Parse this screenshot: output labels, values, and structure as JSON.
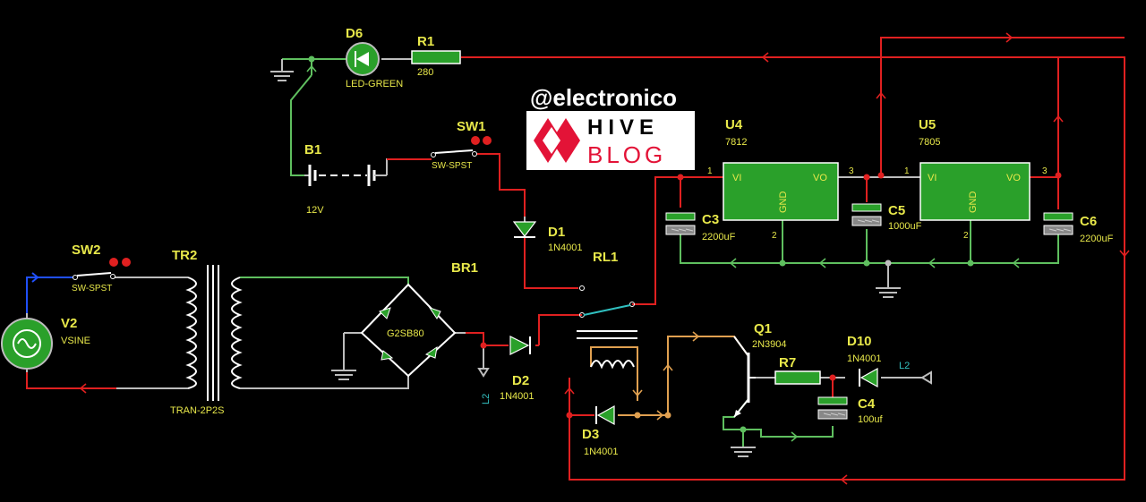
{
  "components": {
    "D6": {
      "ref": "D6",
      "value": "LED-GREEN"
    },
    "R1": {
      "ref": "R1",
      "value": "280"
    },
    "B1": {
      "ref": "B1",
      "value": "12V"
    },
    "SW1": {
      "ref": "SW1",
      "value": "SW-SPST"
    },
    "D1": {
      "ref": "D1",
      "value": "1N4001"
    },
    "RL1": {
      "ref": "RL1"
    },
    "U4": {
      "ref": "U4",
      "value": "7812",
      "pin_vi": "VI",
      "pin_vo": "VO",
      "pin_gnd": "GND",
      "pin1": "1",
      "pin2": "2",
      "pin3": "3"
    },
    "U5": {
      "ref": "U5",
      "value": "7805",
      "pin_vi": "VI",
      "pin_vo": "VO",
      "pin_gnd": "GND",
      "pin1": "1",
      "pin2": "2",
      "pin3": "3"
    },
    "C3": {
      "ref": "C3",
      "value": "2200uF"
    },
    "C5": {
      "ref": "C5",
      "value": "1000uF"
    },
    "C6": {
      "ref": "C6",
      "value": "2200uF"
    },
    "SW2": {
      "ref": "SW2",
      "value": "SW-SPST"
    },
    "TR2": {
      "ref": "TR2",
      "value": "TRAN-2P2S"
    },
    "V2": {
      "ref": "V2",
      "value": "VSINE"
    },
    "BR1": {
      "ref": "BR1",
      "value": "G2SB80"
    },
    "D2": {
      "ref": "D2",
      "value": "1N4001"
    },
    "D3": {
      "ref": "D3",
      "value": "1N4001"
    },
    "Q1": {
      "ref": "Q1",
      "value": "2N3904"
    },
    "R7": {
      "ref": "R7"
    },
    "D10": {
      "ref": "D10",
      "value": "1N4001"
    },
    "C4": {
      "ref": "C4",
      "value": "100uf"
    }
  },
  "net_labels": {
    "l2_left": "L2",
    "l2_right": "L2"
  },
  "watermark": {
    "handle": "@electronico",
    "line1": "HIVE",
    "line2": "BLOG"
  },
  "colors": {
    "wire_red": "#e02020",
    "wire_gray": "#bdbdbd",
    "wire_green": "#5fbf5f",
    "wire_orange": "#e0a050",
    "wire_blue": "#2050ff",
    "component_green": "#2aa02a",
    "label_yellow": "#e8e84a"
  }
}
